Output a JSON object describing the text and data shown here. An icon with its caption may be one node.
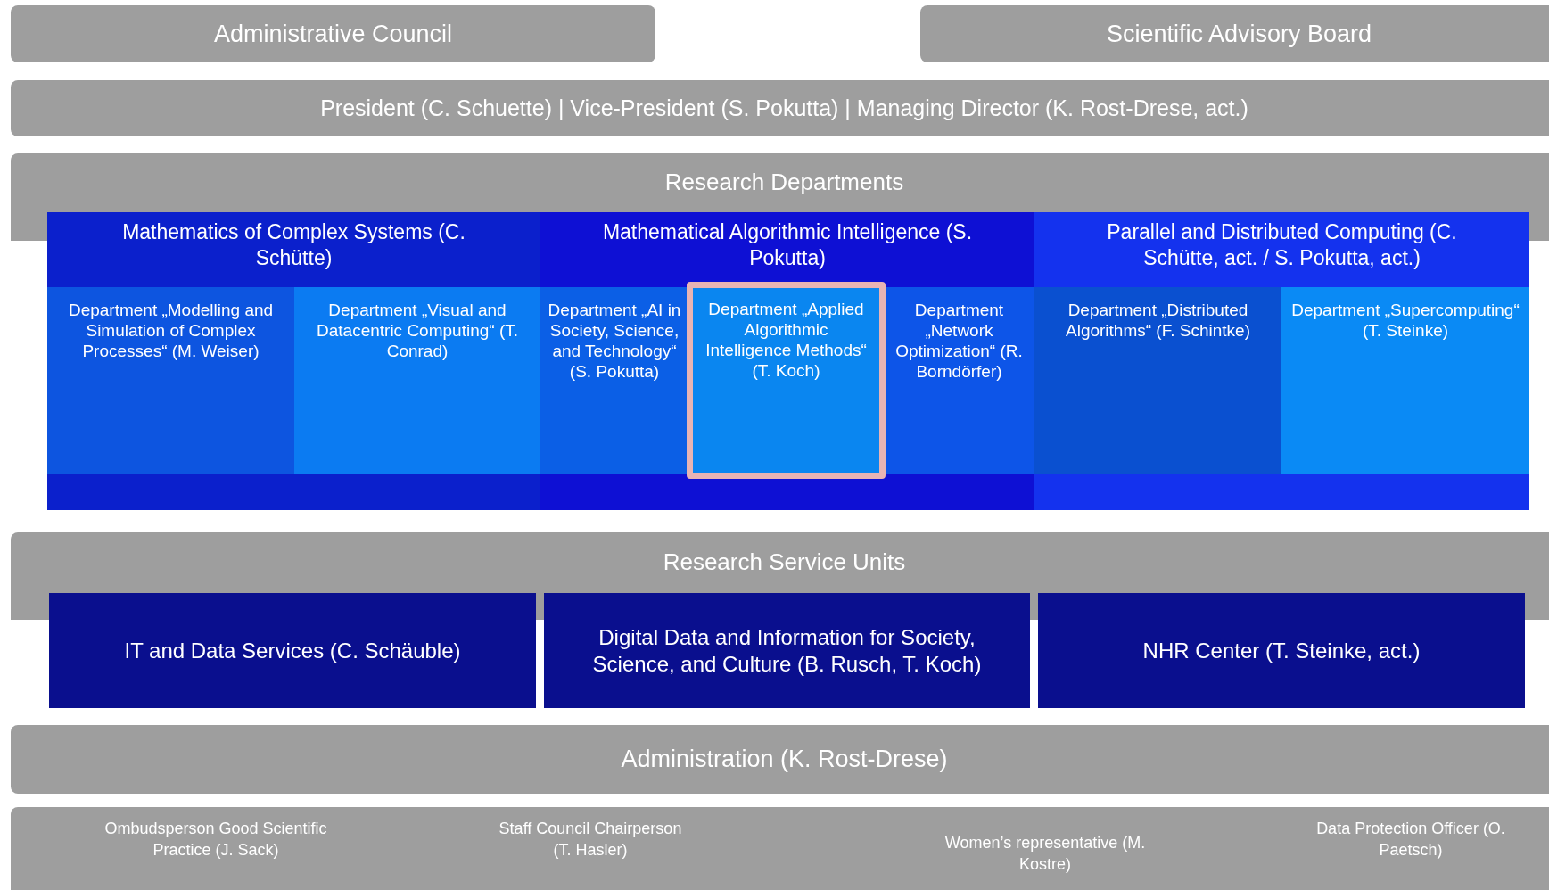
{
  "diagram": {
    "nodes": [
      {
        "text": [
          "Administrative Council"
        ]
      },
      {
        "text": [
          "Scientific Advisory Board"
        ]
      },
      {
        "text": [
          "President (C. Schuette) | Vice-President (S. Pokutta) | Managing Director (K. Rost-Drese, act.)"
        ]
      },
      {
        "text": [
          "Research Departments"
        ]
      },
      {
        "text": [
          "Mathematics of Complex Systems (C. Schütte)"
        ],
        "in": 3
      },
      {
        "text": [
          "Department „Modelling and Simulation of Complex Processes“ (M. Weiser)"
        ],
        "in": 4
      },
      {
        "text": [
          "Department „Visual and Datacentric Computing“ (T. Conrad)"
        ],
        "in": 4
      },
      {
        "text": [
          "Mathematical Algorithmic Intelligence (S. Pokutta)"
        ],
        "in": 3
      },
      {
        "text": [
          "Department „AI in Society, Science, and Technology“ (S. Pokutta)"
        ],
        "in": 7
      },
      {
        "text": [
          "Department „Applied Algorithmic Intelligence Methods“ (T. Koch)"
        ],
        "in": 7
      },
      {
        "text": [
          "Department „Network Optimization“ (R. Borndörfer)"
        ],
        "in": 7
      },
      {
        "text": [
          "Parallel and Distributed Computing (C. Schütte, act. / S. Pokutta, act.)"
        ],
        "in": 3
      },
      {
        "text": [
          "Department „Distributed Algorithms“ (F. Schintke)"
        ],
        "in": 11
      },
      {
        "text": [
          "Department „Supercomputing“ (T. Steinke)"
        ],
        "in": 11
      },
      {
        "text": [
          "Research Service Units"
        ]
      },
      {
        "text": [
          "IT and Data Services (C. Schäuble)"
        ],
        "in": 14
      },
      {
        "text": [
          "Digital Data and Information for Society, Science, and Culture (B. Rusch, T. Koch)"
        ],
        "in": 14
      },
      {
        "text": [
          "NHR Center (T. Steinke, act.)"
        ],
        "in": 14
      },
      {
        "text": [
          "Administration (K. Rost-Drese)"
        ]
      },
      {
        "text": [
          "Ombudsperson Good Scientific Practice (J. Sack)",
          "Staff Council Chairperson (T. Hasler)",
          "Women’s representative (M. Kostre)",
          "Data Protection Officer (O. Paetsch)"
        ]
      }
    ]
  }
}
